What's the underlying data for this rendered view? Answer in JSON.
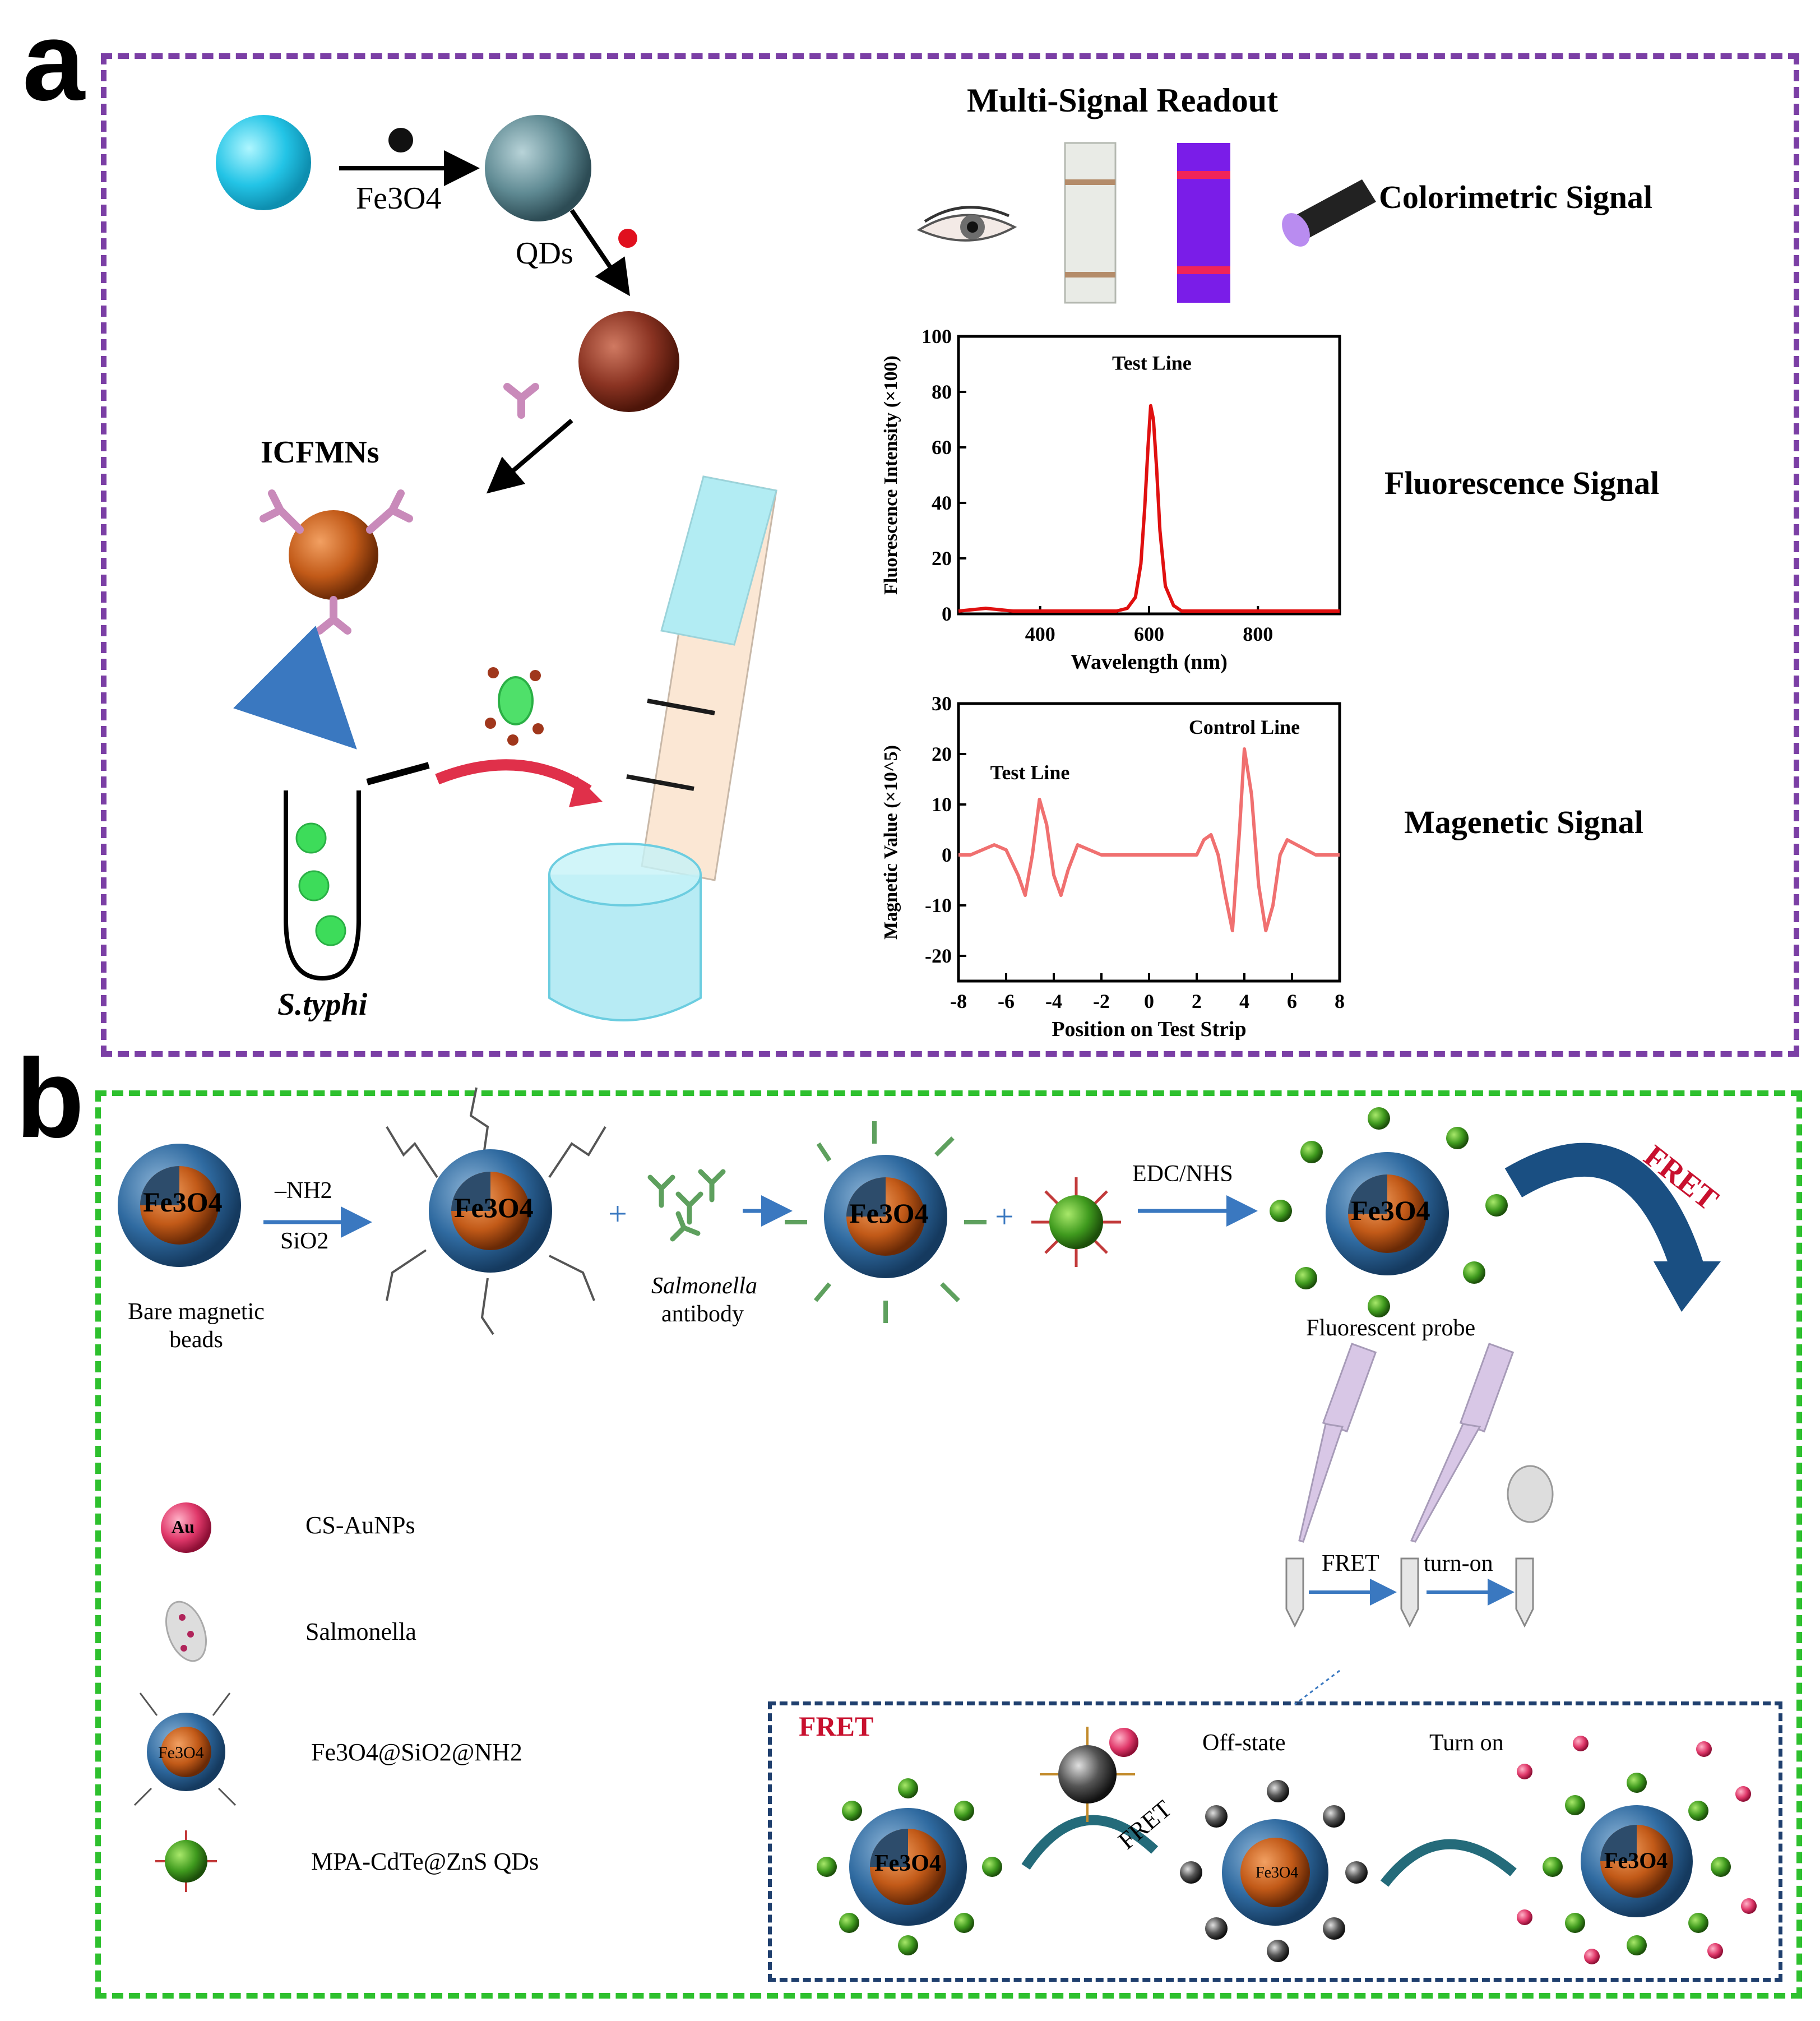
{
  "panels": {
    "a": "a",
    "b": "b"
  },
  "panel_a": {
    "fe3o4_label": "Fe3O4",
    "qds_label": "QDs",
    "icfmns_label": "ICFMNs",
    "styphi_label": "S.typhi",
    "multi_signal_title": "Multi-Signal Readout",
    "colorimetric_signal": "Colorimetric Signal",
    "fluorescence_signal": "Fluorescence Signal",
    "magnetic_signal": "Magenetic Signal"
  },
  "chart_data": [
    {
      "type": "line",
      "xlabel": "Wavelength (nm)",
      "ylabel": "Fluorescence Intensity (×100)",
      "xticks": [
        "400",
        "600",
        "800"
      ],
      "yticks": [
        "0",
        "20",
        "40",
        "60",
        "80",
        "100"
      ],
      "xlim": [
        250,
        950
      ],
      "ylim": [
        0,
        100
      ],
      "annotations": [
        "Test Line"
      ],
      "series": [
        {
          "color": "#e01010",
          "x": [
            250,
            300,
            350,
            400,
            450,
            500,
            540,
            560,
            575,
            585,
            592,
            598,
            603,
            608,
            614,
            620,
            630,
            645,
            660,
            700,
            750,
            800,
            850,
            900,
            950
          ],
          "y": [
            1,
            2,
            1,
            1,
            1,
            1,
            1,
            2,
            6,
            18,
            38,
            60,
            75,
            70,
            52,
            30,
            10,
            3,
            1,
            1,
            1,
            1,
            1,
            1,
            1
          ]
        }
      ]
    },
    {
      "type": "line",
      "xlabel": "Position on Test Strip",
      "ylabel": "Magnetic Value (×10^5)",
      "xticks": [
        "-8",
        "-6",
        "-4",
        "-2",
        "0",
        "2",
        "4",
        "6",
        "8"
      ],
      "yticks": [
        "-20",
        "-10",
        "0",
        "10",
        "20",
        "30"
      ],
      "xlim": [
        -8,
        8
      ],
      "ylim": [
        -25,
        30
      ],
      "annotations": [
        "Test Line",
        "Control Line"
      ],
      "series": [
        {
          "color": "#f07070",
          "x": [
            -8,
            -7.5,
            -7,
            -6.5,
            -6,
            -5.5,
            -5.2,
            -4.9,
            -4.6,
            -4.3,
            -4,
            -3.7,
            -3.4,
            -3,
            -2.5,
            -2,
            -1,
            0,
            1,
            1.5,
            2,
            2.3,
            2.6,
            2.9,
            3.2,
            3.5,
            3.8,
            4.0,
            4.3,
            4.6,
            4.9,
            5.2,
            5.5,
            5.8,
            6.2,
            6.6,
            7,
            7.5,
            8
          ],
          "y": [
            0,
            0,
            1,
            2,
            1,
            -4,
            -8,
            0,
            11,
            6,
            -4,
            -8,
            -3,
            2,
            1,
            0,
            0,
            0,
            0,
            0,
            0,
            3,
            4,
            0,
            -8,
            -15,
            5,
            21,
            12,
            -6,
            -15,
            -10,
            0,
            3,
            2,
            1,
            0,
            0,
            0
          ]
        }
      ]
    }
  ],
  "panel_b": {
    "bare_beads": "Bare magnetic beads",
    "nh2": "–NH2",
    "sio2": "SiO2",
    "salmonella_antibody_italic": "Salmonella",
    "salmonella_antibody_rest": "antibody",
    "edc_nhs": "EDC/NHS",
    "fret_curve": "FRET",
    "fluorescent_probe": "Fluorescent probe",
    "fret_step": "FRET",
    "turn_on_step": "turn-on",
    "legend": {
      "cs_aunps": "CS-AuNPs",
      "au": "Au",
      "salmonella": "Salmonella",
      "fe3o4_sio2_nh2": "Fe3O4@SiO2@NH2",
      "mpa_qds": "MPA-CdTe@ZnS QDs"
    },
    "inset": {
      "title": "FRET",
      "off_state": "Off-state",
      "turn_on": "Turn on",
      "fret_arrow": "FRET"
    },
    "fe3o4": "Fe3O4"
  }
}
